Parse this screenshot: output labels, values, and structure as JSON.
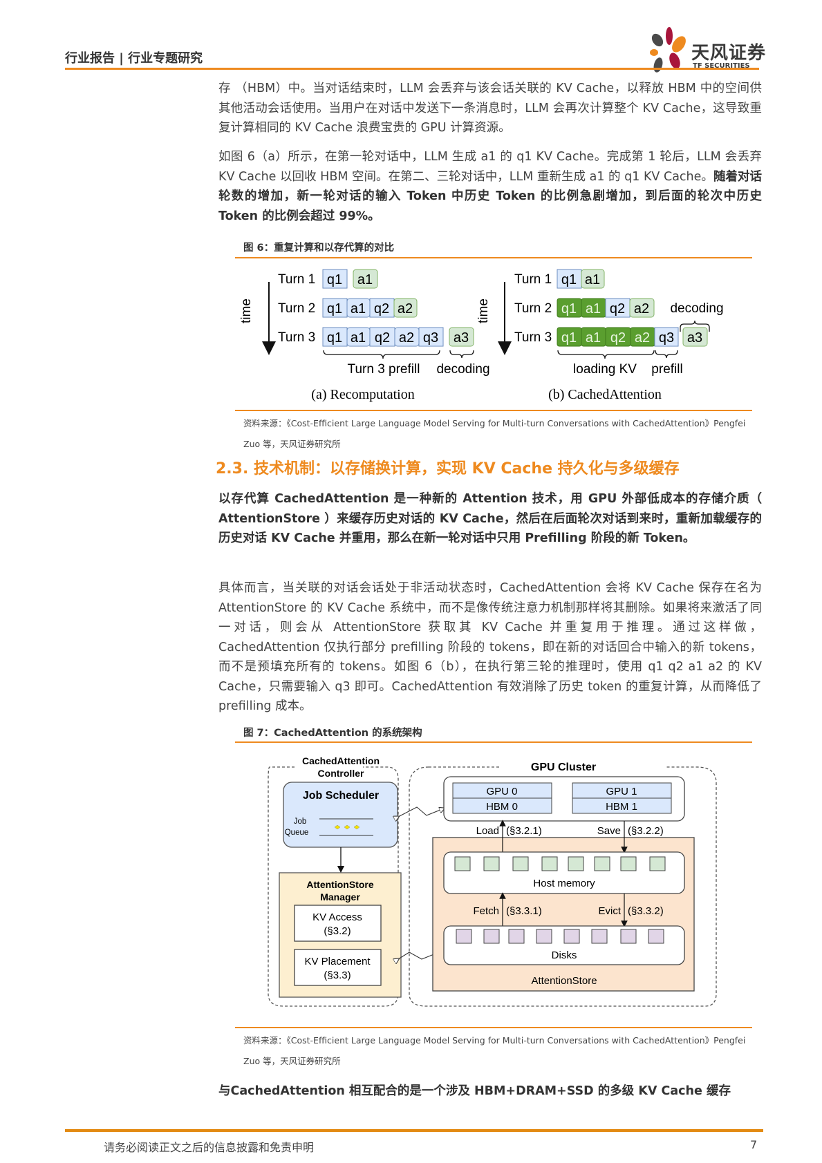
{
  "header": {
    "title": "行业报告 | 行业专题研究",
    "logo_cn": "天风证券",
    "logo_en": "TF SECURITIES",
    "accent_color": "#ee8a1f"
  },
  "body": {
    "p1": "存 （HBM）中。当对话结束时，LLM 会丢弃与该会话关联的 KV Cache，以释放 HBM 中的空间供其他活动会话使用。当用户在对话中发送下一条消息时，LLM 会再次计算整个 KV Cache，这导致重复计算相同的 KV Cache 浪费宝贵的 GPU 计算资源。",
    "p2_normal": "如图 6（a）所示，在第一轮对话中，LLM 生成 a1 的 q1 KV Cache。完成第 1 轮后，LLM 会丢弃 KV Cache 以回收 HBM 空间。在第二、三轮对话中，LLM 重新生成 a1 的 q1 KV Cache。",
    "p2_bold": "随着对话轮数的增加，新一轮对话的输入 Token 中历史 Token 的比例急剧增加，到后面的轮次中历史 Token 的比例会超过 99%。",
    "section_heading": "2.3. 技术机制：以存储换计算，实现 KV Cache 持久化与多级缓存",
    "p3_bold": "以存代算 CachedAttention 是一种新的 Attention 技术，用 GPU 外部低成本的存储介质（ AttentionStore ）来缓存历史对话的 KV Cache，然后在后面轮次对话到来时，重新加载缓存的历史对话 KV Cache 并重用，那么在新一轮对话中只用 Prefilling 阶段的新 Token。",
    "p4": "具体而言，当关联的对话会话处于非活动状态时，CachedAttention 会将 KV Cache 保存在名为 AttentionStore 的 KV Cache 系统中，而不是像传统注意力机制那样将其删除。如果将来激活了同一对话，则会从 AttentionStore 获取其 KV Cache 并重复用于推理。通过这样做，CachedAttention 仅执行部分 prefilling 阶段的 tokens，即在新的对话回合中输入的新 tokens，而不是预填充所有的 tokens。如图 6（b），在执行第三轮的推理时，使用 q1 q2 a1 a2 的 KV Cache，只需要输入 q3 即可。CachedAttention 有效消除了历史 token 的重复计算，从而降低了 prefilling 成本。",
    "p5_bold": "与CachedAttention 相互配合的是一个涉及 HBM+DRAM+SSD 的多级 KV Cache 缓存"
  },
  "figure6": {
    "title": "图 6：重复计算和以存代算的对比",
    "time_label": "time",
    "turns": [
      "Turn 1",
      "Turn 2",
      "Turn 3"
    ],
    "a_caption": "(a) Recomputation",
    "b_caption": "(b) CachedAttention",
    "a_turn1": [
      "q1",
      "a1"
    ],
    "a_turn2": [
      "q1",
      "a1",
      "q2",
      "a2"
    ],
    "a_turn3": [
      "q1",
      "a1",
      "q2",
      "a2",
      "q3"
    ],
    "a_decode": "a3",
    "a_brace1": "Turn 3 prefill",
    "a_brace2": "decoding",
    "b_turn1": [
      "q1",
      "a1"
    ],
    "b_turn2": [
      "q1",
      "a1",
      "q2",
      "a2"
    ],
    "b_turn3": [
      "q1",
      "a1",
      "q2",
      "a2",
      "q3"
    ],
    "b_decode": "a3",
    "b_brace1": "loading KV",
    "b_brace2": "prefill",
    "b_brace3": "decoding",
    "colors": {
      "query": "#dae8fc",
      "query_border": "#6c8ebf",
      "answer": "#d5e8d4",
      "answer_border": "#82b366",
      "cached": "#5a9e2f",
      "cached_border": "#3d7a1a"
    },
    "source_line1": "资料来源：《Cost-Efficient Large Language Model Serving for Multi-turn Conversations with CachedAttention》Pengfei",
    "source_line2": "Zuo 等，天风证券研究所"
  },
  "figure7": {
    "title": "图 7：CachedAttention 的系统架构",
    "controller_label_1": "CachedAttention",
    "controller_label_2": "Controller",
    "job_scheduler": "Job Scheduler",
    "job": "Job",
    "queue": "Queue",
    "asm_1": "AttentionStore",
    "asm_2": "Manager",
    "kv_access": "KV Access",
    "kv_access_ref": "(§3.2)",
    "kv_placement": "KV Placement",
    "kv_placement_ref": "(§3.3)",
    "gpu_cluster": "GPU Cluster",
    "gpu0": "GPU 0",
    "hbm0": "HBM 0",
    "gpu1": "GPU 1",
    "hbm1": "HBM 1",
    "load": "Load",
    "load_ref": "(§3.2.1)",
    "save": "Save",
    "save_ref": "(§3.2.2)",
    "host_memory": "Host memory",
    "fetch": "Fetch",
    "fetch_ref": "(§3.3.1)",
    "evict": "Evict",
    "evict_ref": "(§3.3.2)",
    "disks": "Disks",
    "attention_store": "AttentionStore",
    "source_line1": "资料来源：《Cost-Efficient Large Language Model Serving for Multi-turn Conversations with CachedAttention》Pengfei",
    "source_line2": "Zuo 等，天风证券研究所"
  },
  "footer": {
    "disclaimer": "请务必阅读正文之后的信息披露和免责申明",
    "page_number": "7"
  }
}
